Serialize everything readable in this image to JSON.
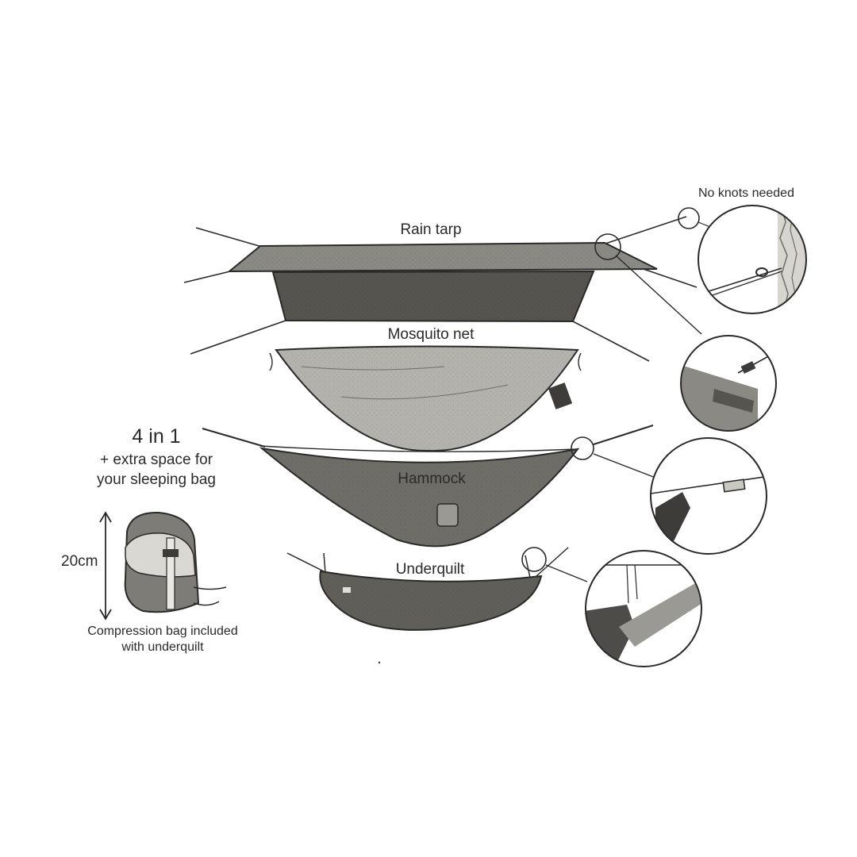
{
  "labels": {
    "rain_tarp": "Rain tarp",
    "mosquito_net": "Mosquito net",
    "hammock": "Hammock",
    "underquilt": "Underquilt",
    "no_knots": "No knots needed",
    "four_in_one": "4 in 1",
    "extra_space_line1": "+ extra space for",
    "extra_space_line2": "your sleeping bag",
    "height": "20cm",
    "compression_line1": "Compression bag included",
    "compression_line2": "with underquilt"
  },
  "colors": {
    "ink": "#2b2a28",
    "tarp": "#8a8984",
    "tarp_dark": "#55544f",
    "net": "#b3b2ad",
    "hammock": "#6e6d68",
    "underquilt": "#5f5e59",
    "bag_light": "#d9d8d3",
    "bag_dark": "#7d7c77"
  },
  "icons": {
    "detail_circle": "magnifier-circle-icon",
    "arrow": "double-arrow-icon"
  }
}
